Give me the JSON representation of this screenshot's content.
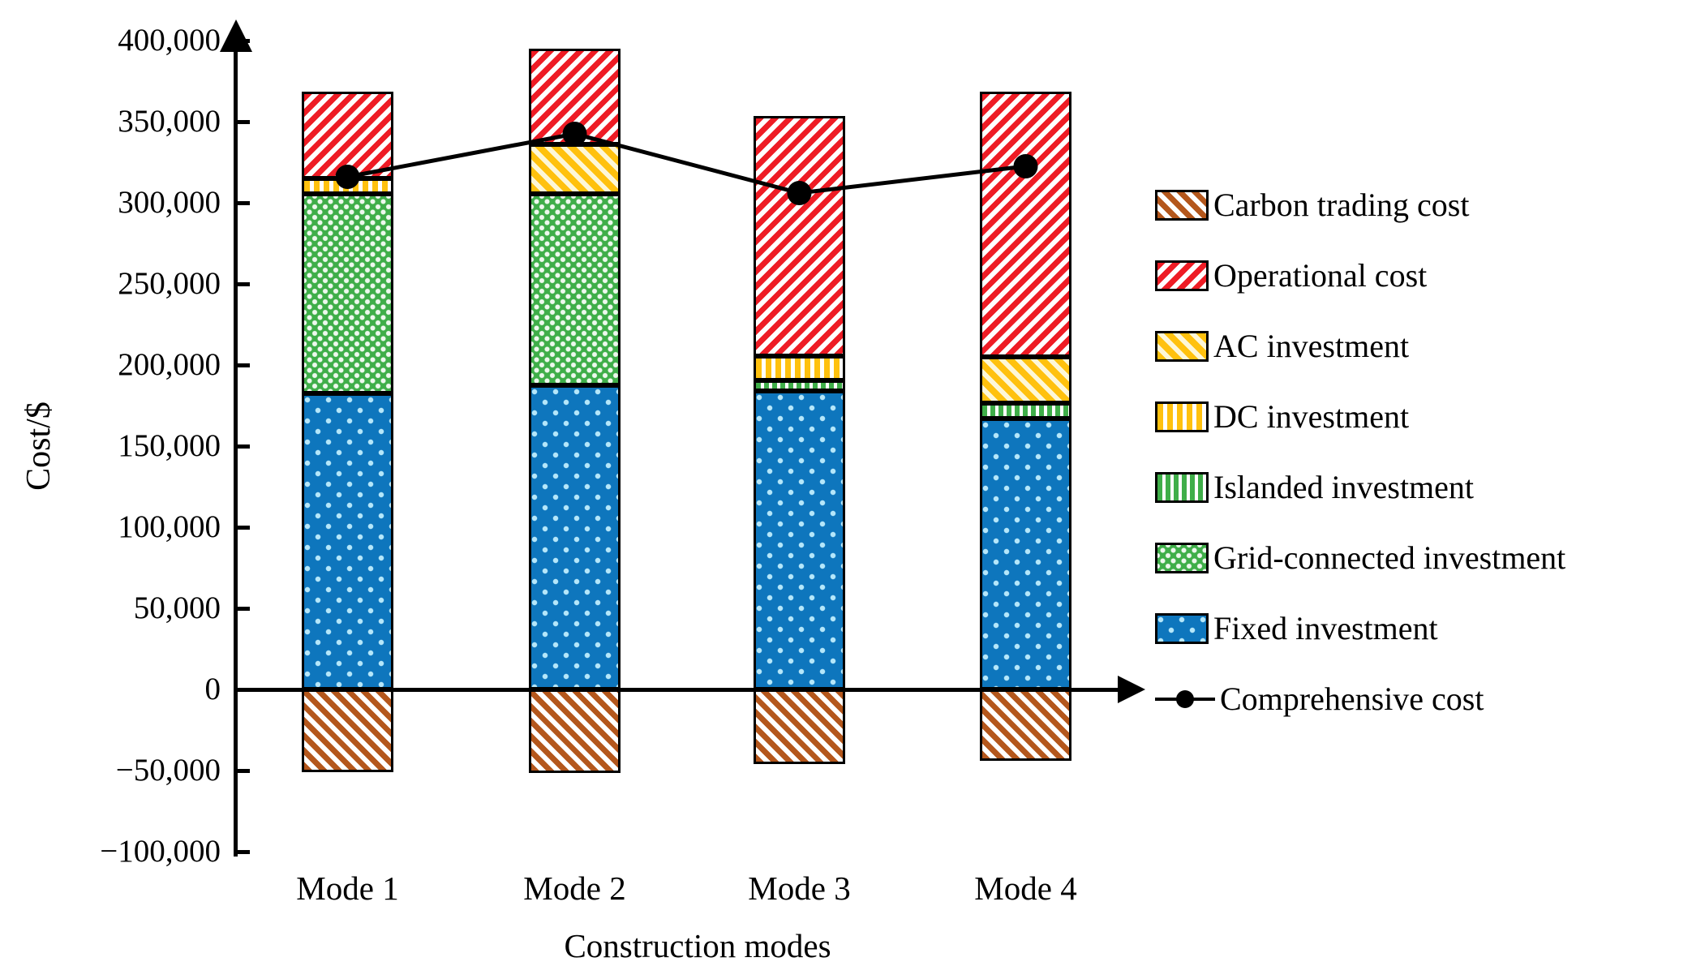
{
  "figure": {
    "y_axis": {
      "title": "Cost/$",
      "tick_values": [
        400000,
        350000,
        300000,
        250000,
        200000,
        150000,
        100000,
        50000,
        0,
        -50000,
        -100000
      ],
      "tick_labels": [
        "400,000",
        "350,000",
        "300,000",
        "250,000",
        "200,000",
        "150,000",
        "100,000",
        "50,000",
        "0",
        "−50,000",
        "−100,000"
      ]
    },
    "x_axis": {
      "title": "Construction modes",
      "categories": [
        "Mode 1",
        "Mode 2",
        "Mode 3",
        "Mode 4"
      ]
    },
    "legend": {
      "items": [
        {
          "label": "Carbon trading cost",
          "type": "patch",
          "pattern": "brown-diag",
          "color": "#b4571c"
        },
        {
          "label": "Operational cost",
          "type": "patch",
          "pattern": "red-diag",
          "color": "#ee1c25"
        },
        {
          "label": "AC investment",
          "type": "patch",
          "pattern": "yellow-diag",
          "color": "#ffc10e"
        },
        {
          "label": "DC investment",
          "type": "patch",
          "pattern": "yellow-vstripes",
          "color": "#ffc10e"
        },
        {
          "label": "Islanded investment",
          "type": "patch",
          "pattern": "green-vstripes",
          "color": "#3fae49"
        },
        {
          "label": "Grid-connected investment",
          "type": "patch",
          "pattern": "green-check",
          "color": "#3fae49"
        },
        {
          "label": "Fixed investment",
          "type": "patch",
          "pattern": "blue-dots",
          "color": "#0e76bd"
        },
        {
          "label": "Comprehensive cost",
          "type": "line-marker",
          "color": "#000000"
        }
      ]
    }
  },
  "chart_data": {
    "type": "bar",
    "stacked": true,
    "grid": false,
    "legend_position": "right",
    "title": "",
    "xlabel": "Construction modes",
    "ylabel": "Cost/$",
    "ylim": [
      -100000,
      400000
    ],
    "ytick_step": 50000,
    "categories": [
      "Mode 1",
      "Mode 2",
      "Mode 3",
      "Mode 4"
    ],
    "series": [
      {
        "name": "Fixed investment",
        "pattern": "blue-dots",
        "color": "#0e76bd",
        "values": [
          182500,
          187500,
          184000,
          167000
        ]
      },
      {
        "name": "Grid-connected investment",
        "pattern": "green-check",
        "color": "#3fae49",
        "values": [
          123000,
          118000,
          0,
          0
        ]
      },
      {
        "name": "Islanded investment",
        "pattern": "green-vstripes",
        "color": "#3fae49",
        "values": [
          0,
          0,
          6500,
          9500
        ]
      },
      {
        "name": "DC investment",
        "pattern": "yellow-vstripes",
        "color": "#ffc10e",
        "values": [
          9500,
          0,
          15000,
          0
        ]
      },
      {
        "name": "AC investment",
        "pattern": "yellow-diag",
        "color": "#ffc10e",
        "values": [
          0,
          30500,
          0,
          28500
        ]
      },
      {
        "name": "Operational cost",
        "pattern": "red-diag",
        "color": "#ee1c25",
        "values": [
          53500,
          59000,
          148000,
          163500
        ]
      },
      {
        "name": "Carbon trading cost",
        "pattern": "brown-diag",
        "color": "#b4571c",
        "values": [
          -51000,
          -51500,
          -46000,
          -44000
        ]
      }
    ],
    "line_series": {
      "name": "Comprehensive cost",
      "color": "#000000",
      "values": [
        316000,
        342500,
        306000,
        322500
      ]
    },
    "bar_totals_positive": [
      368500,
      395000,
      353500,
      368500
    ]
  }
}
